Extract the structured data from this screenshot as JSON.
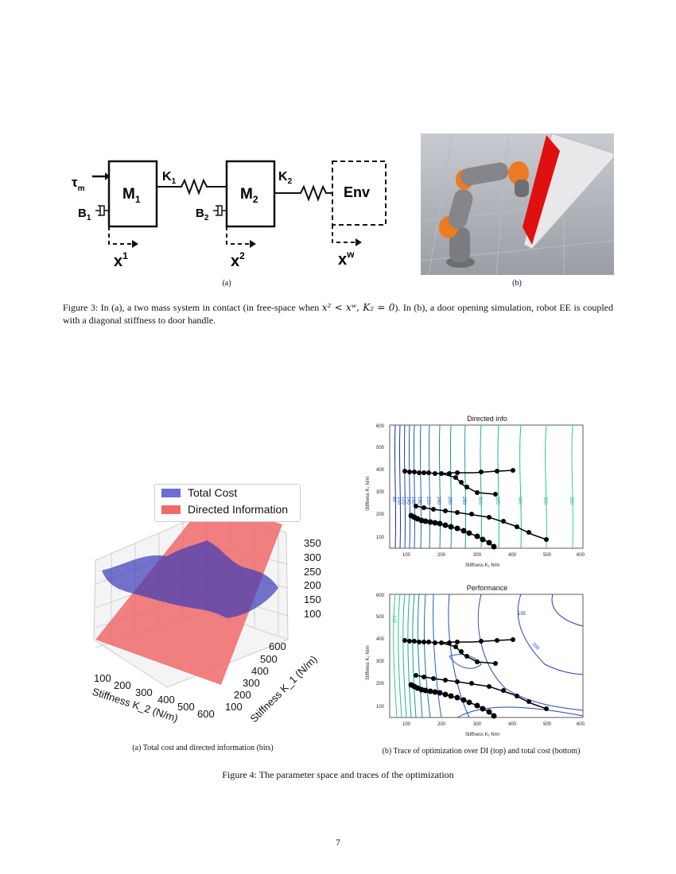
{
  "figure3": {
    "diagram": {
      "torque": "τ",
      "torque_sub": "m",
      "mass1": "M",
      "mass1_sub": "1",
      "mass2": "M",
      "mass2_sub": "2",
      "env": "Env",
      "k1": "K",
      "k1_sub": "1",
      "k2": "K",
      "k2_sub": "2",
      "b1": "B",
      "b1_sub": "1",
      "b2": "B",
      "b2_sub": "2",
      "x1": "x",
      "x1_sup": "1",
      "x2": "x",
      "x2_sup": "2",
      "xw": "x",
      "xw_sup": "w"
    },
    "sub_a": "(a)",
    "sub_b": "(b)",
    "caption_pre": "Figure 3: In (a), a two mass system in contact (in free-space when ",
    "caption_math": "x² < xʷ, K₂ = 0",
    "caption_post": "). In (b), a door opening simulation, robot EE is coupled with a diagonal stiffness to door handle."
  },
  "figure4": {
    "legend": [
      "Total Cost",
      "Directed Information"
    ],
    "surface_z_ticks": [
      "350",
      "300",
      "250",
      "200",
      "150",
      "100"
    ],
    "surface_x_ticks": [
      "100",
      "200",
      "300",
      "400",
      "500",
      "600"
    ],
    "surface_y_ticks": [
      "600",
      "500",
      "400",
      "300",
      "200",
      "100"
    ],
    "surface_xlabel": "Stiffness K_2 (N/m)",
    "surface_ylabel": "Stiffness K_1 (N/m)",
    "top_title": "Directed info",
    "bottom_title": "Performance",
    "contour_ylabel": "Stiffness K₂ N/m",
    "contour_xlabel": "Stiffness K₁ N/m",
    "contour_yticks": [
      "600",
      "500",
      "400",
      "300",
      "200",
      "100"
    ],
    "contour_xticks": [
      "100",
      "200",
      "300",
      "400",
      "500",
      "600"
    ],
    "top_contour_labels": [
      "80",
      "100",
      "120",
      "140",
      "160",
      "180",
      "220",
      "240",
      "260",
      "280",
      "300",
      "320",
      "340",
      "360",
      "380"
    ],
    "bottom_contour_labels": [
      "195",
      "200",
      "315"
    ],
    "sub_a": "(a)  Total cost and directed information (bits)",
    "sub_b": "(b) Trace of optimization over DI (top) and total cost (bottom)",
    "caption": "Figure 4: The parameter space and traces of the optimization"
  },
  "page_number": "7",
  "colors": {
    "total_cost": "#6d6dd6",
    "directed_info": "#f06a6a",
    "door": "#e01010",
    "robot_orange": "#ee7a22"
  }
}
